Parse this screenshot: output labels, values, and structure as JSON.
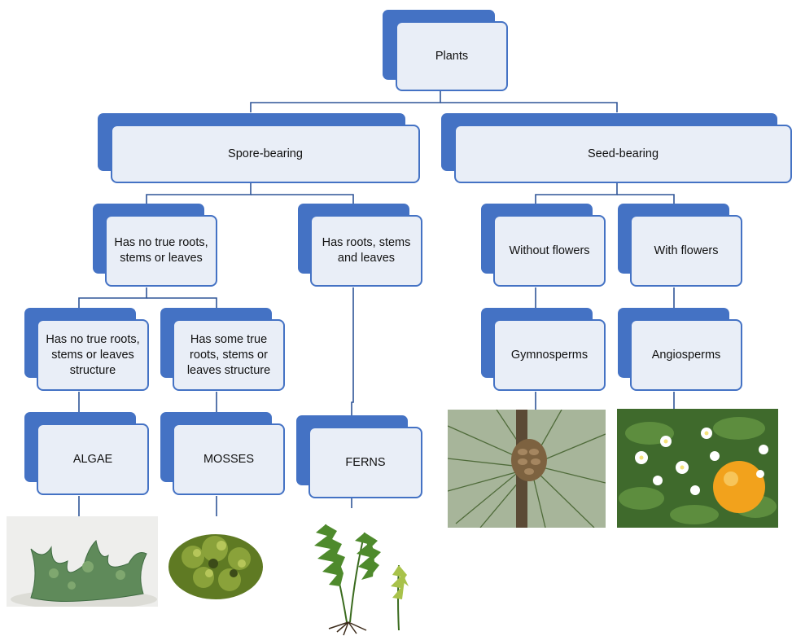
{
  "diagram": {
    "root": "Plants",
    "spore": "Spore-bearing",
    "seed": "Seed-bearing",
    "no_true": "Has no true roots, stems or leaves",
    "has_roots": "Has roots, stems and leaves",
    "without_flowers": "Without flowers",
    "with_flowers": "With flowers",
    "no_structure": "Has no true roots, stems or leaves structure",
    "some_structure": "Has some true roots, stems or leaves structure",
    "gymnosperms": "Gymnosperms",
    "angiosperms": "Angiosperms",
    "algae": "ALGAE",
    "mosses": "MOSSES",
    "ferns": "FERNS"
  },
  "colors": {
    "accent": "#4472c4",
    "box_fill": "#e9eef7",
    "connector": "#2f5597"
  },
  "images": [
    "algae-photo",
    "moss-photo",
    "fern-illustration",
    "pine-cone-photo",
    "orange-blossom-photo"
  ]
}
